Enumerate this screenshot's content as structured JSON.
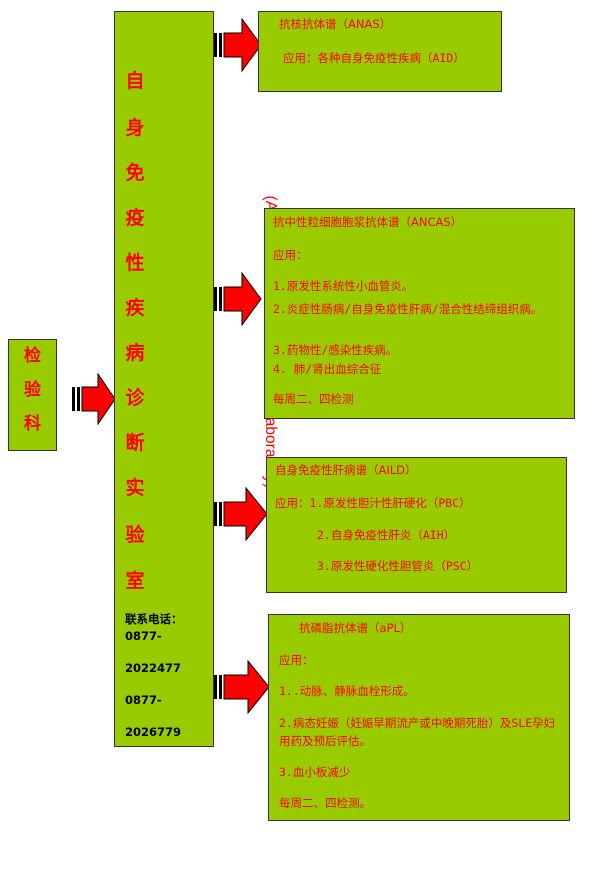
{
  "department": [
    "检",
    "验",
    "科"
  ],
  "lab": {
    "name_chars": [
      "自",
      "身",
      "免",
      "疫",
      "性",
      "疾",
      "病",
      "诊",
      "断",
      "实",
      "验",
      "室"
    ],
    "name_en": "(Autoimmune disease research laboratory)",
    "contact_label": "联系电话：",
    "phones": [
      "0877-",
      "2022477",
      "0877-",
      "2026779"
    ]
  },
  "panels": {
    "anas": {
      "title": "抗核抗体谱（ANAS）",
      "lines": [
        "应用：各种自身免疫性疾病（AID）"
      ]
    },
    "ancas": {
      "title": "抗中性粒细胞胞浆抗体谱（ANCAS）",
      "lines": [
        "应用：",
        "1.原发性系统性小血管炎。",
        "2.炎症性肠病/自身免疫性肝病/混合性结缔组织病。",
        "3.药物性/感染性疾病。",
        "4. 肺/肾出血综合征",
        "每周二、四检测"
      ]
    },
    "aild": {
      "title": "自身免疫性肝病谱（AILD）",
      "lines": [
        "应用：1.原发性胆汁性肝硬化（PBC）",
        "2.自身免疫性肝炎（AIH）",
        "3.原发性硬化性胆管炎（PSC）"
      ]
    },
    "apl": {
      "title": "抗磷脂抗体谱（aPL）",
      "lines": [
        "应用：",
        "1..动脉、静脉血栓形成。",
        "2.病态妊娠（妊娠早期流产或中晚期死胎）及SLE孕妇用药及预后评估。",
        "3.血小板减少",
        "每周二、四检测。"
      ]
    }
  },
  "colors": {
    "box_fill": "#99cc00",
    "text": "#ff0000",
    "arrow_fill": "#ff0000"
  }
}
